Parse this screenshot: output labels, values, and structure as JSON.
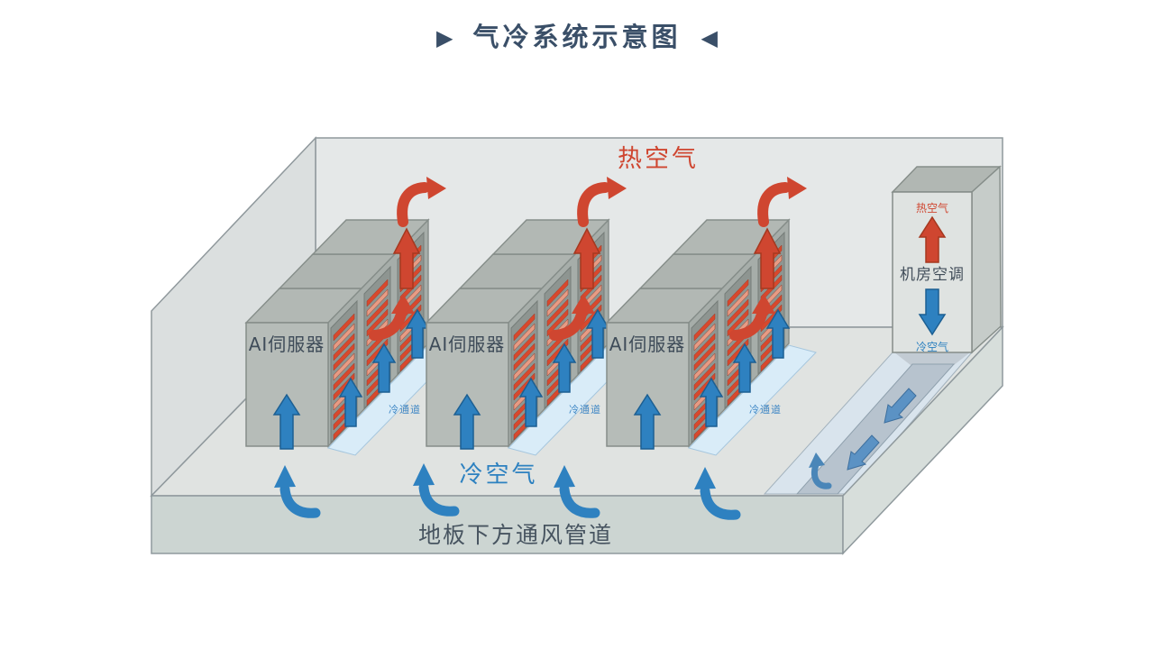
{
  "title": {
    "marker_left": "▶",
    "text": "气冷系统示意图",
    "marker_right": "◀"
  },
  "room": {
    "hot_air_label": "热空气",
    "cold_air_label": "冷空气",
    "underfloor_duct_label": "地板下方通风管道"
  },
  "racks": [
    {
      "label": "AI伺服器",
      "aisle_label": "冷通道"
    },
    {
      "label": "AI伺服器",
      "aisle_label": "冷通道"
    },
    {
      "label": "AI伺服器",
      "aisle_label": "冷通道"
    }
  ],
  "crac": {
    "name": "机房空调",
    "hot_out_label": "热空气",
    "cold_in_label": "冷空气"
  },
  "colors": {
    "hot_red": "#cf4630",
    "cold_blue": "#2e81c0",
    "title_navy": "#3a4f68",
    "text_dark": "#475460",
    "cold_aisle_blue": "#d9ecf8"
  }
}
